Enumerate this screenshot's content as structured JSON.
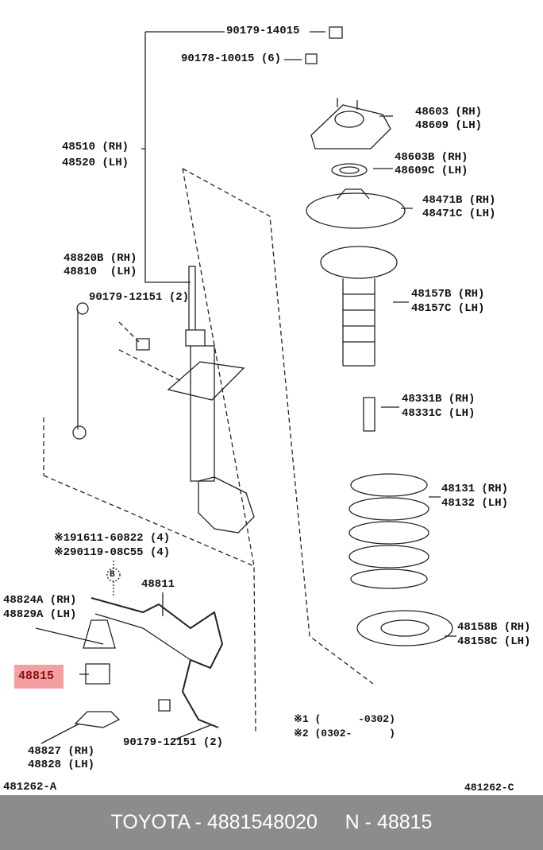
{
  "labels": {
    "p1": "90179-14015",
    "p2": "90178-10015 (6)",
    "p3a": "48603 (RH)",
    "p3b": "48609 (LH)",
    "p4a": "48603B (RH)",
    "p4b": "48609C (LH)",
    "p5a": "48471B (RH)",
    "p5b": "48471C (LH)",
    "p6a": "48510 (RH)",
    "p6b": "48520 (LH)",
    "p7a": "48820B (RH)",
    "p7b": "48810  (LH)",
    "p8": "90179-12151 (2)",
    "p9a": "48157B (RH)",
    "p9b": "48157C (LH)",
    "p10a": "48331B (RH)",
    "p10b": "48331C (LH)",
    "p11a": "48131 (RH)",
    "p11b": "48132 (LH)",
    "p12a": "※191611-60822 (4)",
    "p12b": "※290119-08C55 (4)",
    "p13": "48811",
    "p14a": "48824A (RH)",
    "p14b": "48829A (LH)",
    "p15": "48815",
    "p16a": "48158B (RH)",
    "p16b": "48158C (LH)",
    "p17": "90179-12151 (2)",
    "n1": "※1 (      -0302)",
    "n2": "※2 (0302-      )",
    "p18a": "48827 (RH)",
    "p18b": "48828 (LH)",
    "ref_a": "481262-A",
    "ref_c": "481262-C",
    "callout_b": "B"
  },
  "footer": "TOYOTA - 4881548020     N - 48815",
  "colors": {
    "highlight": "#f4a0a0",
    "footer_bg": "#8c8c8c"
  }
}
